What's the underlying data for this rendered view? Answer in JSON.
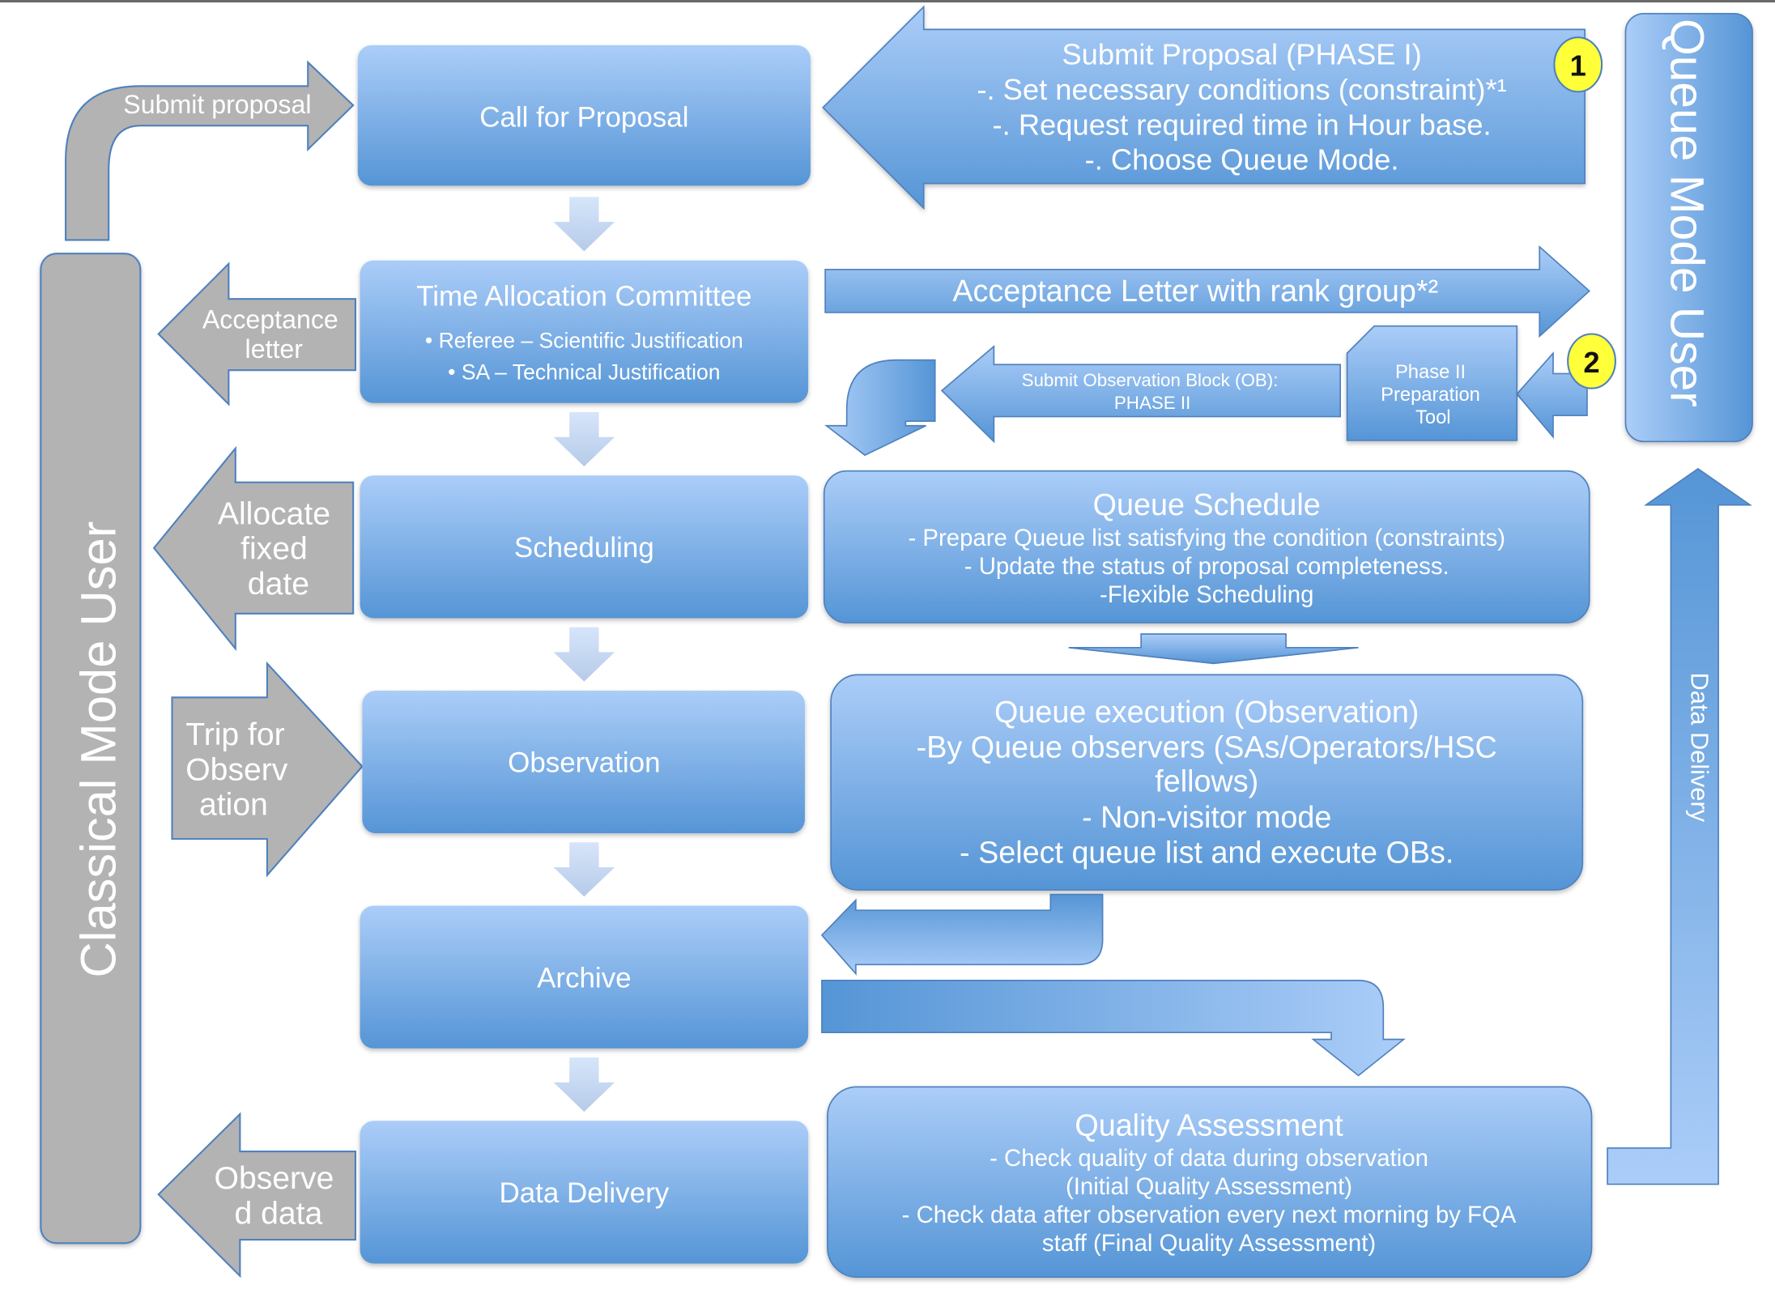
{
  "diagram": {
    "title": "Subaru queue-mode observation workflow",
    "colors": {
      "process_box_top": "#a9cbf7",
      "process_box_bottom": "#5595d6",
      "classical_gray": "#b3b3b3",
      "outline_blue": "#4f81bd",
      "badge_yellow": "#ffff3a",
      "text_white": "#ffffff"
    },
    "classical_user": {
      "label": "Classical Mode User"
    },
    "queue_user": {
      "label": "Queue Mode User"
    },
    "classical_arrows": {
      "submit_proposal": "Submit proposal",
      "acceptance_letter": [
        "Acceptance",
        "letter"
      ],
      "allocate_fixed_date": [
        "Allocate",
        "fixed",
        "date"
      ],
      "trip_for_observation": [
        "Trip for",
        "Observ",
        "ation"
      ],
      "observed_data": [
        "Observe",
        "d data"
      ]
    },
    "process_steps": [
      {
        "label": "Call for Proposal"
      },
      {
        "label": "Time Allocation Committee",
        "bullets": [
          "Referee – Scientific Justification",
          "SA – Technical Justification"
        ]
      },
      {
        "label": "Scheduling"
      },
      {
        "label": "Observation"
      },
      {
        "label": "Archive"
      },
      {
        "label": "Data Delivery"
      }
    ],
    "queue_flow": {
      "phase1": {
        "lines": [
          "Submit Proposal (PHASE I)",
          "-. Set necessary conditions (constraint)*¹",
          "-. Request required time in Hour base.",
          "-. Choose Queue Mode."
        ],
        "badge": "1"
      },
      "acceptance_letter": "Acceptance Letter with rank group*²",
      "phase2_tool": [
        "Phase II",
        "Preparation",
        "Tool"
      ],
      "phase2_badge": "2",
      "submit_ob": [
        "Submit Observation Block (OB):",
        "PHASE II"
      ],
      "queue_schedule": {
        "lines": [
          "Queue Schedule",
          "- Prepare Queue list satisfying the condition (constraints)",
          "- Update the status  of proposal completeness.",
          "-Flexible Scheduling"
        ]
      },
      "queue_execution": {
        "lines": [
          "Queue execution (Observation)",
          "-By Queue observers (SAs/Operators/HSC",
          "fellows)",
          "- Non-visitor mode",
          "- Select queue list and execute OBs."
        ]
      },
      "quality_assessment": {
        "lines": [
          "Quality Assessment",
          "- Check quality of data during observation",
          "(Initial Quality Assessment)",
          "- Check data after observation every next morning by FQA",
          "staff (Final Quality Assessment)"
        ]
      },
      "data_delivery_arrow": "Data Delivery"
    }
  }
}
